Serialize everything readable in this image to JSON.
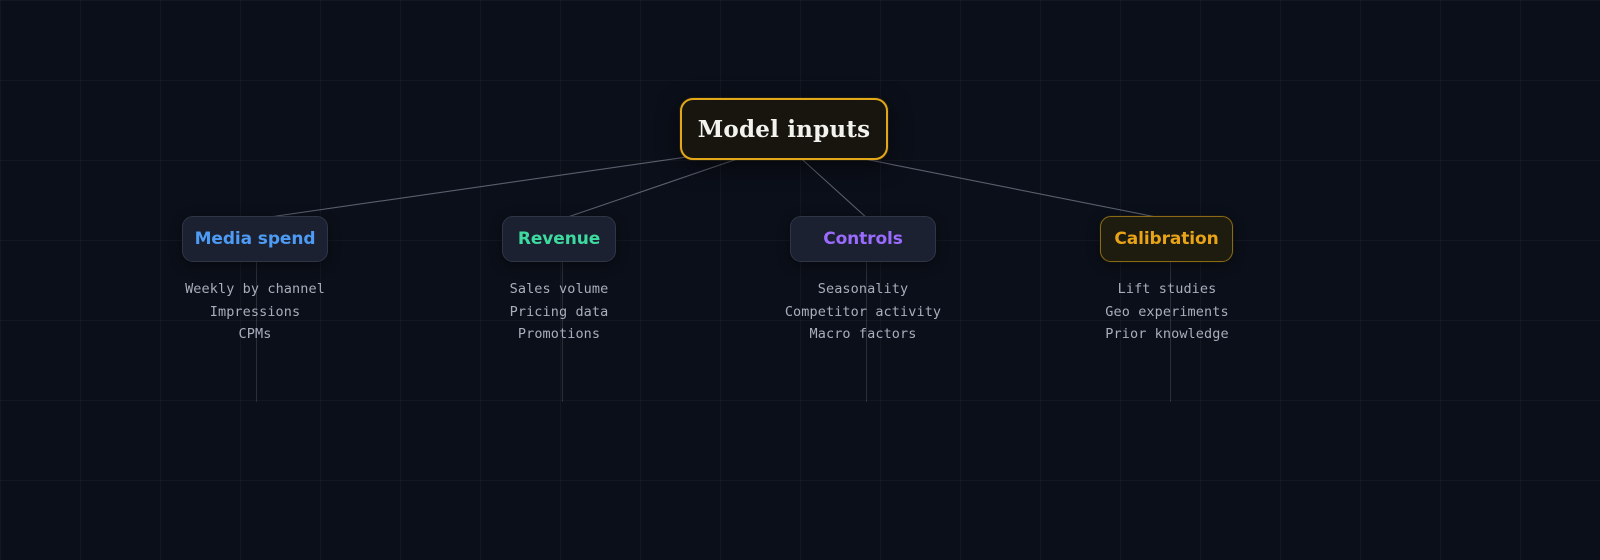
{
  "diagram": {
    "type": "mindmap-tree",
    "background_color": "#0b0f19",
    "grid": "80px",
    "root": {
      "label": "Model inputs",
      "accent_color": "#e3a81a",
      "text_color": "#f2f2ee"
    },
    "branches": [
      {
        "label": "Media spend",
        "color": "#4d9bf5",
        "accent": false,
        "items": [
          "Weekly by channel",
          "Impressions",
          "CPMs"
        ]
      },
      {
        "label": "Revenue",
        "color": "#3ddba0",
        "accent": false,
        "items": [
          "Sales volume",
          "Pricing data",
          "Promotions"
        ]
      },
      {
        "label": "Controls",
        "color": "#9b6bff",
        "accent": false,
        "items": [
          "Seasonality",
          "Competitor activity",
          "Macro factors"
        ]
      },
      {
        "label": "Calibration",
        "color": "#e8a317",
        "accent": true,
        "items": [
          "Lift studies",
          "Geo experiments",
          "Prior knowledge"
        ]
      }
    ],
    "edge_color": "#9aa3b4",
    "leaf_text_color": "#a8aebd"
  }
}
